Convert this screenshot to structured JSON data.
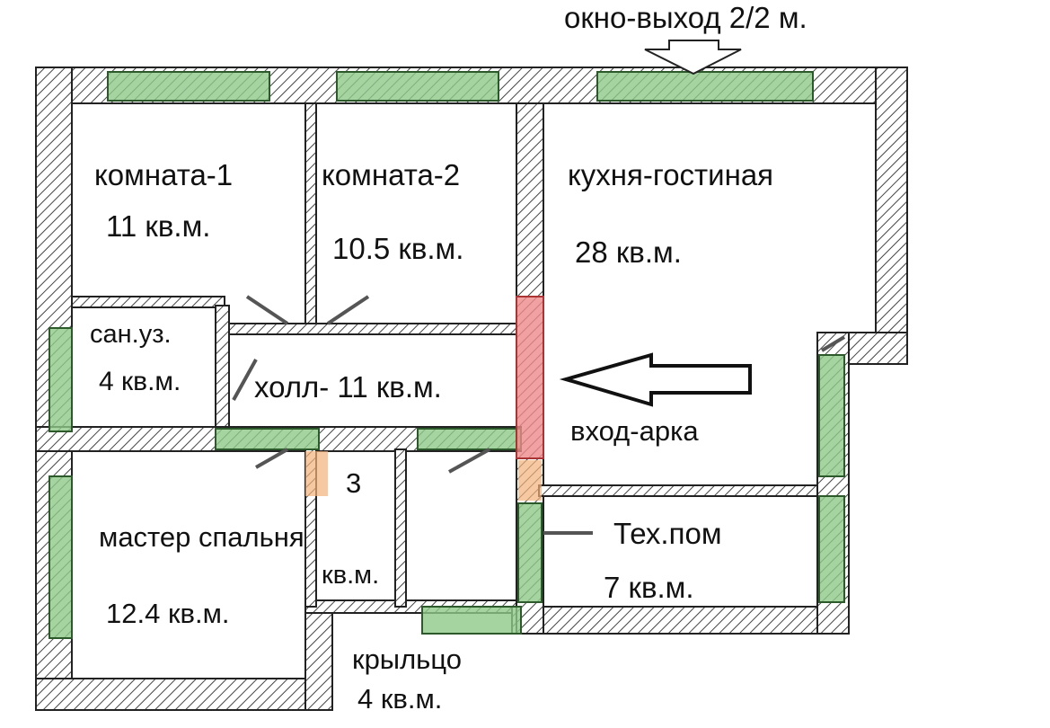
{
  "plan": {
    "window_exit_label": "окно-выход 2/2 м.",
    "rooms": [
      {
        "name": "комната-1",
        "area": "11 кв.м."
      },
      {
        "name": "комната-2",
        "area": "10.5 кв.м."
      },
      {
        "name": "кухня-гостиная",
        "area": "28 кв.м."
      },
      {
        "name": "сан.уз.",
        "area": "4 кв.м."
      },
      {
        "name": "холл- 11 кв.м."
      },
      {
        "name": "мастер спальня",
        "area": "12.4 кв.м."
      },
      {
        "name": "3",
        "area": "кв.м."
      },
      {
        "name": "Тех.пом",
        "area": "7 кв.м."
      },
      {
        "name": "крыльцо",
        "area": "4 кв.м."
      }
    ],
    "entrance_label": "вход-арка",
    "colors": {
      "window": "#8fc98a",
      "arch": "#ee8a8a",
      "door": "#f2b27a",
      "wall": "#333333"
    }
  }
}
